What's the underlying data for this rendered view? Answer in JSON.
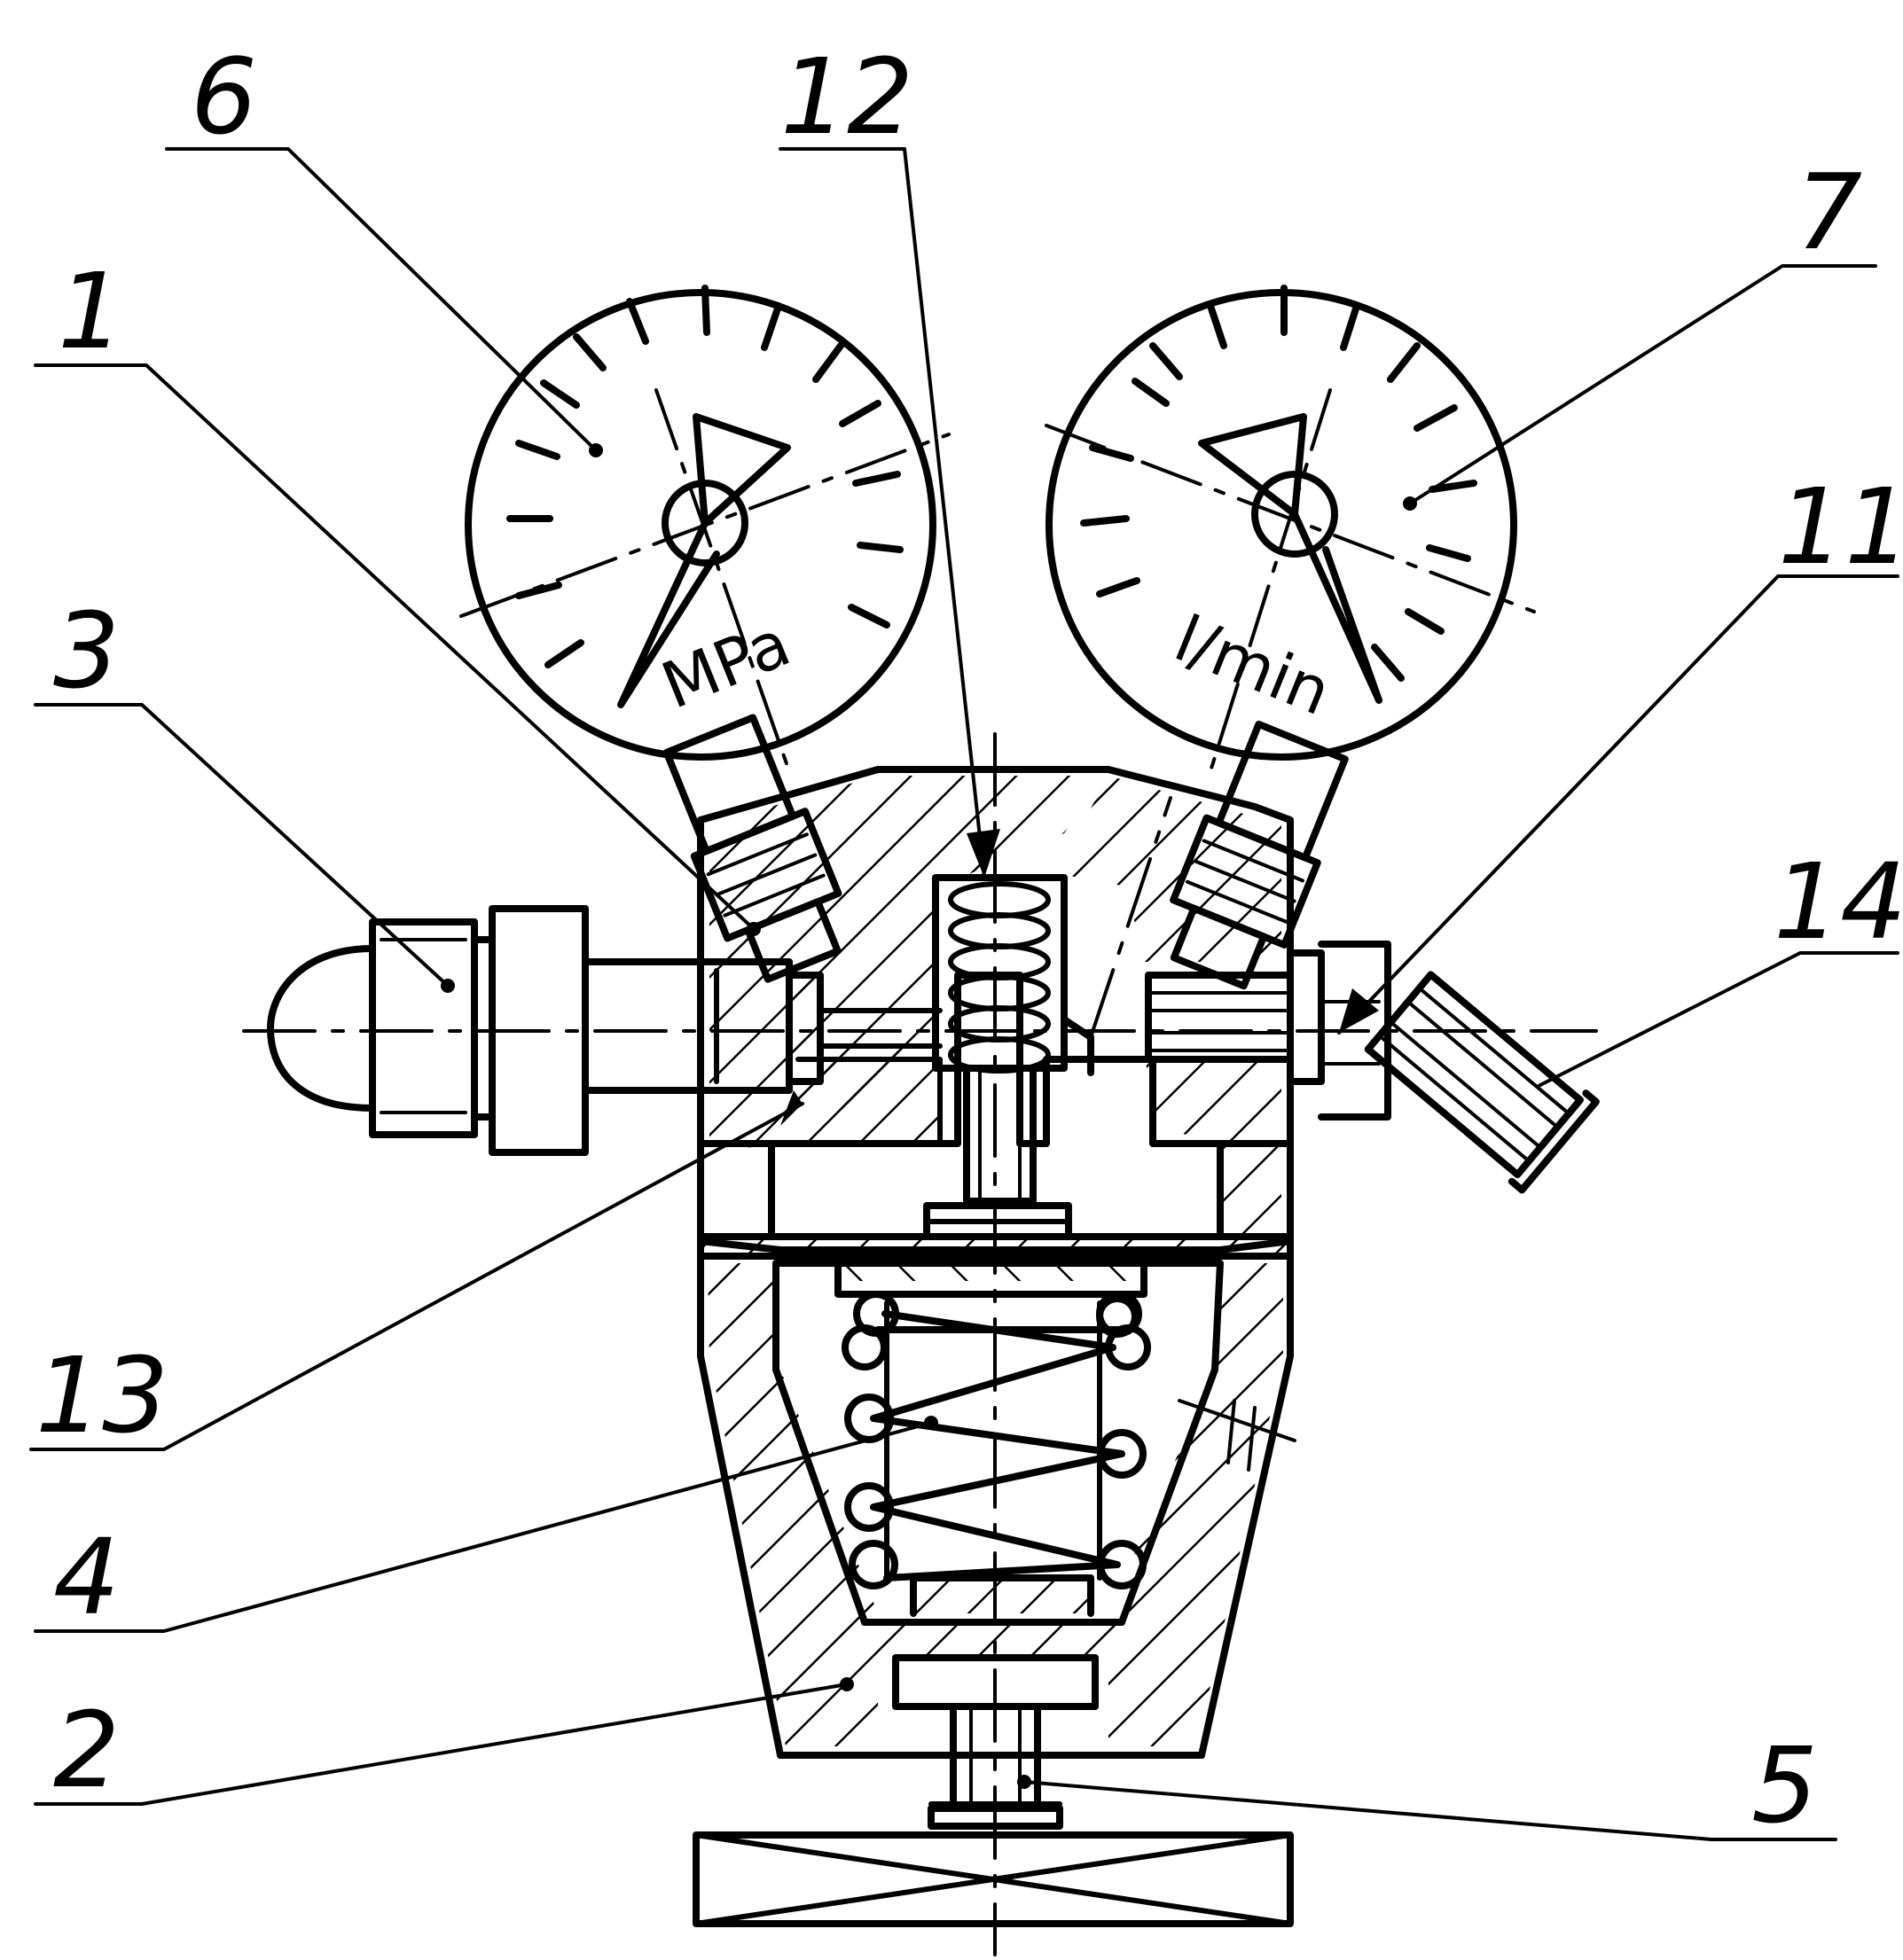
{
  "callouts": {
    "c1": "1",
    "c2": "2",
    "c3": "3",
    "c4": "4",
    "c5": "5",
    "c6": "6",
    "c7": "7",
    "c11": "11",
    "c12": "12",
    "c13": "13",
    "c14": "14"
  },
  "gauges": {
    "left_unit": "MPa",
    "right_unit": "l/min"
  }
}
